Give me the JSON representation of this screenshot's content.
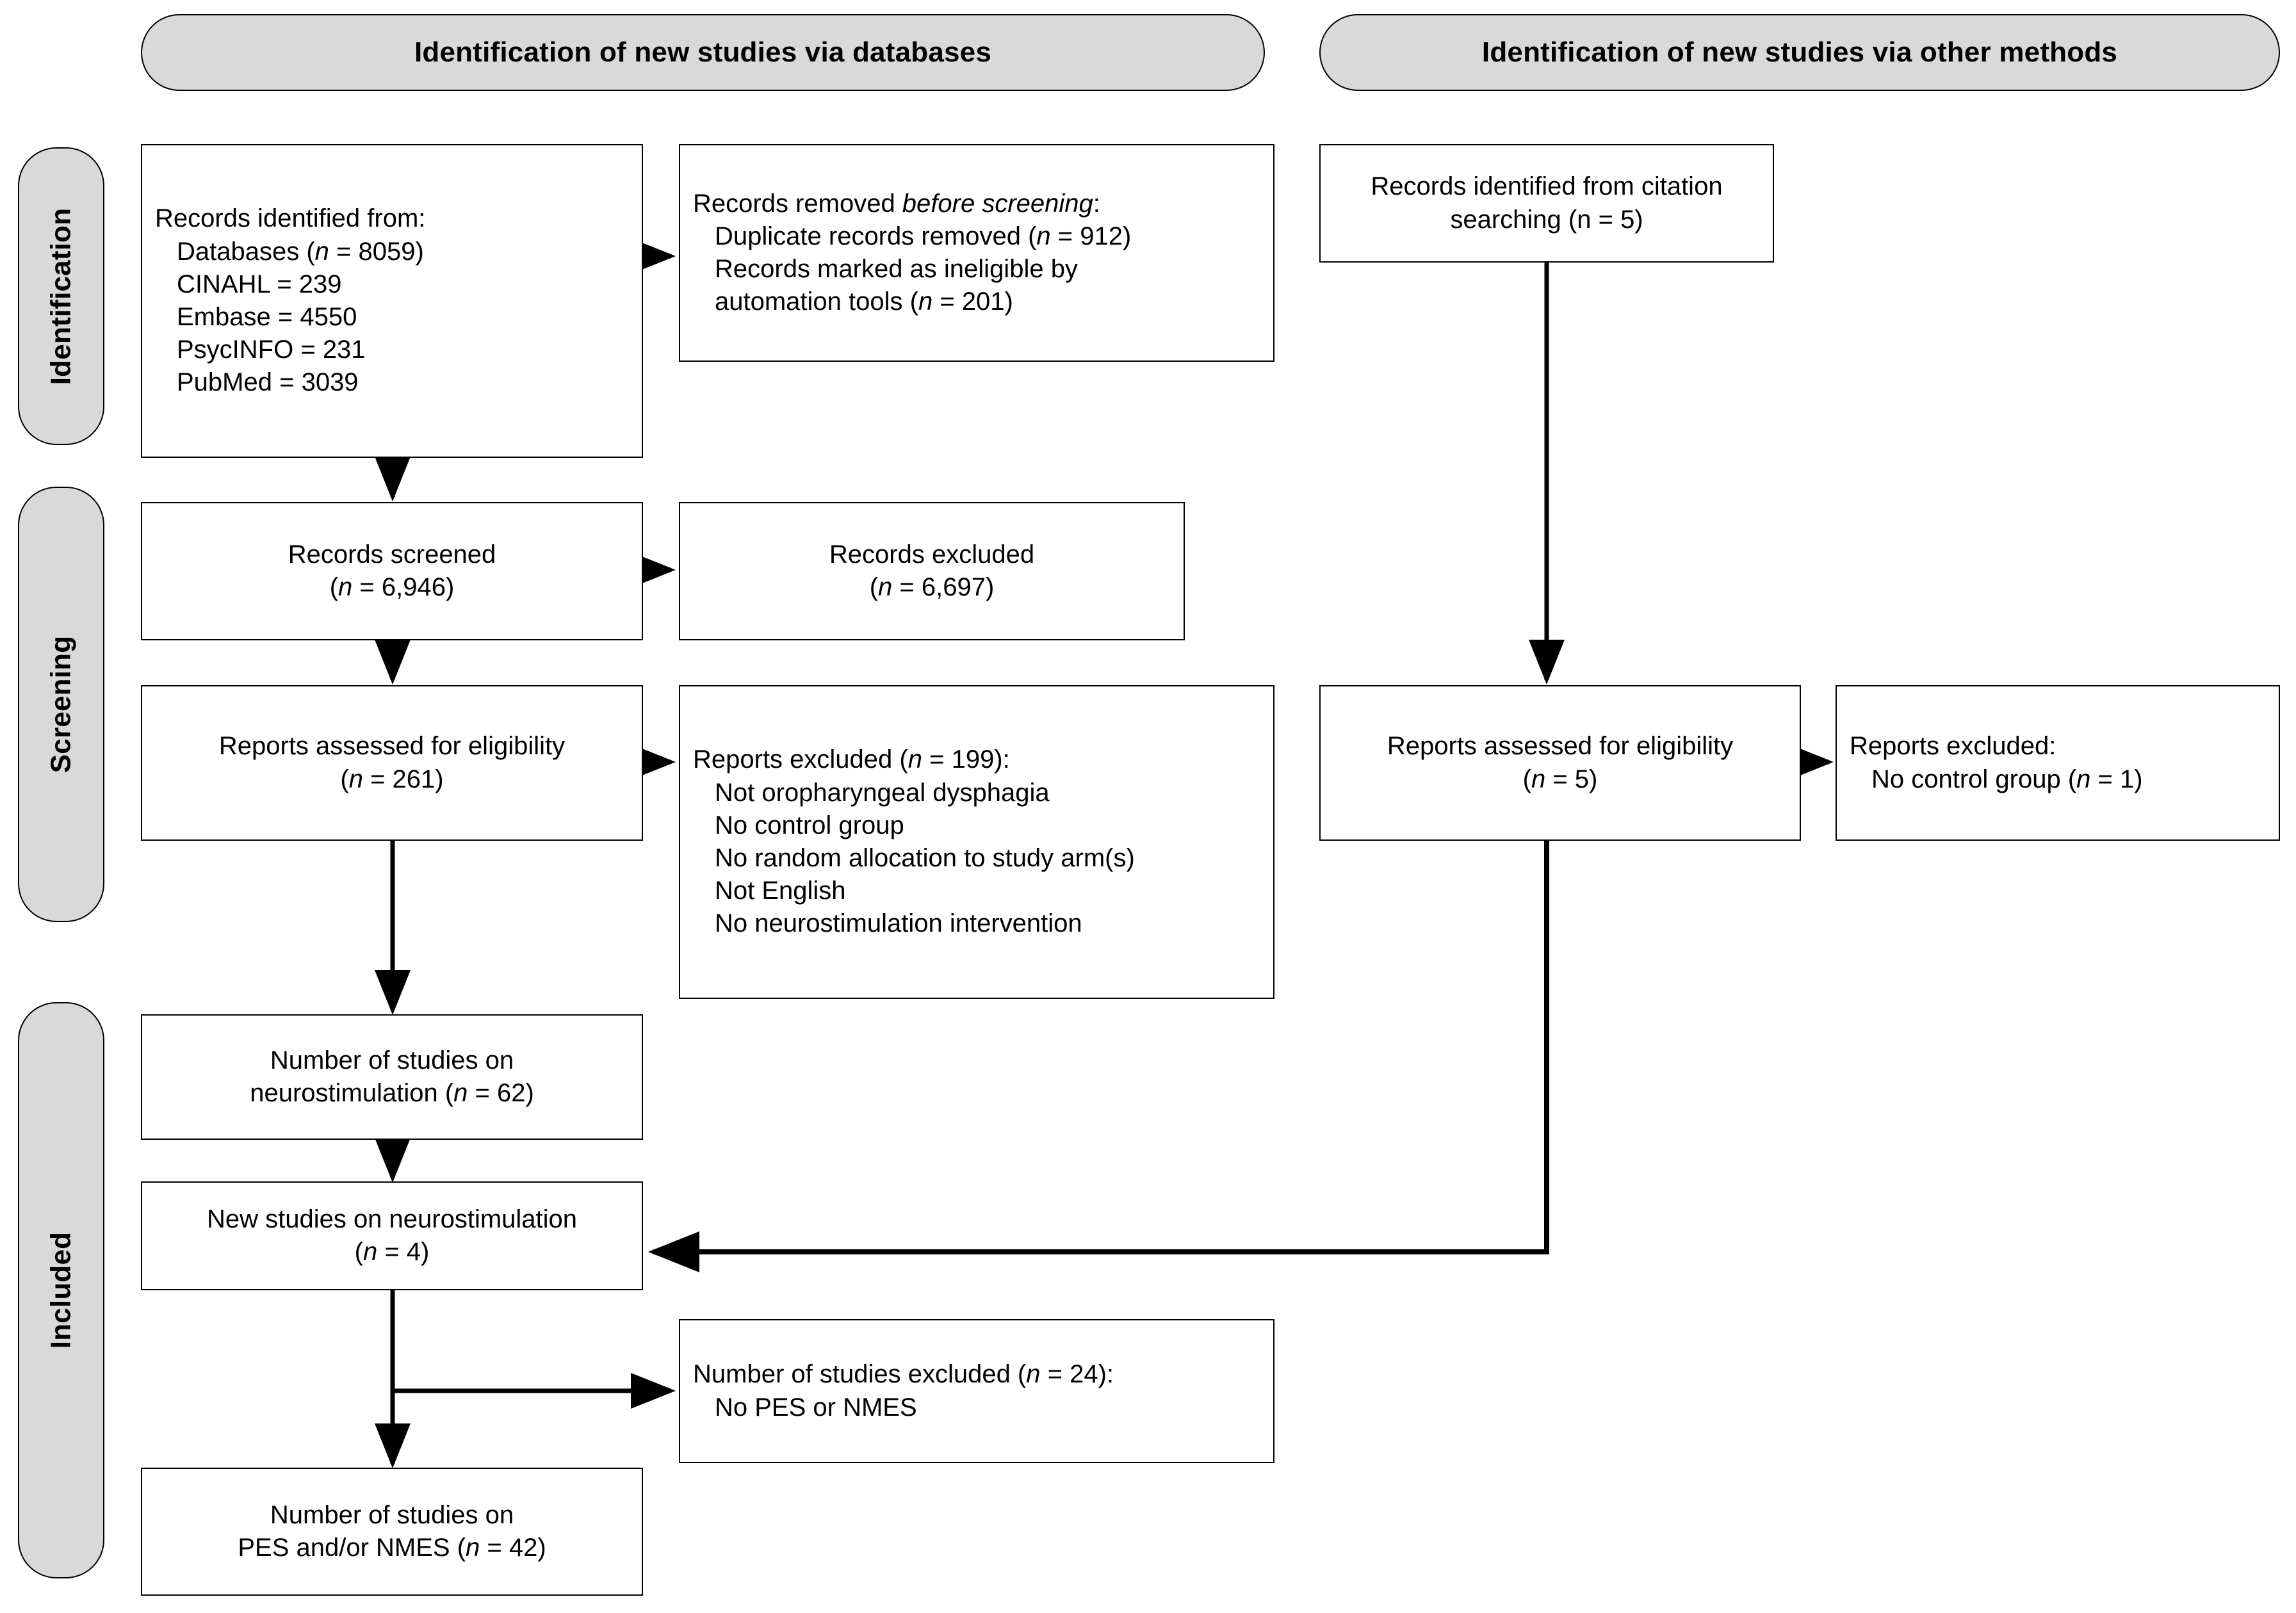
{
  "diagram": {
    "title_db": "Identification of new studies via databases",
    "title_other": "Identification of new studies via other methods",
    "phases": [
      {
        "key": "identification",
        "label": "Identification"
      },
      {
        "key": "screening",
        "label": "Screening"
      },
      {
        "key": "included",
        "label": "Included"
      }
    ]
  },
  "boxes": {
    "records_identified": {
      "heading": "Records identified from:",
      "lines": [
        "Databases (n = 8059)",
        "CINAHL = 239",
        "Embase = 4550",
        "PsycINFO = 231",
        "PubMed = 3039"
      ]
    },
    "records_removed": {
      "heading_pre": "Records removed ",
      "heading_ital": "before screening",
      "heading_post": ":",
      "lines": [
        "Duplicate records removed (n = 912)",
        "Records marked as ineligible by",
        "automation tools (n = 201)"
      ]
    },
    "records_screened": {
      "line1": "Records screened",
      "line2": "(n = 6,946)"
    },
    "records_excluded": {
      "line1": "Records excluded",
      "line2": "(n = 6,697)"
    },
    "reports_assessed_db": {
      "line1": "Reports assessed for eligibility",
      "line2": "(n = 261)"
    },
    "reports_excluded_db": {
      "heading": "Reports excluded (n = 199):",
      "lines": [
        "Not oropharyngeal dysphagia",
        "No control group",
        "No random allocation to study arm(s)",
        "Not English",
        "No neurostimulation intervention"
      ]
    },
    "studies_neurostim": {
      "line1": "Number of studies on",
      "line2": "neurostimulation (n = 62)"
    },
    "new_studies_neurostim": {
      "line1": "New studies on neurostimulation",
      "line2": "(n = 4)"
    },
    "studies_excluded": {
      "heading": "Number of studies excluded (n = 24):",
      "lines": [
        "No PES or NMES"
      ]
    },
    "studies_pes_nmes": {
      "line1": "Number of studies on",
      "line2": "PES and/or NMES (n = 42)"
    },
    "records_citation": {
      "line1": "Records identified from citation",
      "line2": "searching (n = 5)"
    },
    "reports_assessed_other": {
      "line1": "Reports assessed for eligibility",
      "line2": "(n = 5)"
    },
    "reports_excluded_other": {
      "heading": "Reports excluded:",
      "lines": [
        "No control group (n = 1)"
      ]
    }
  },
  "colors": {
    "phase_fill": "#d9d9d9",
    "stroke": "#000000",
    "box_fill": "#ffffff"
  }
}
